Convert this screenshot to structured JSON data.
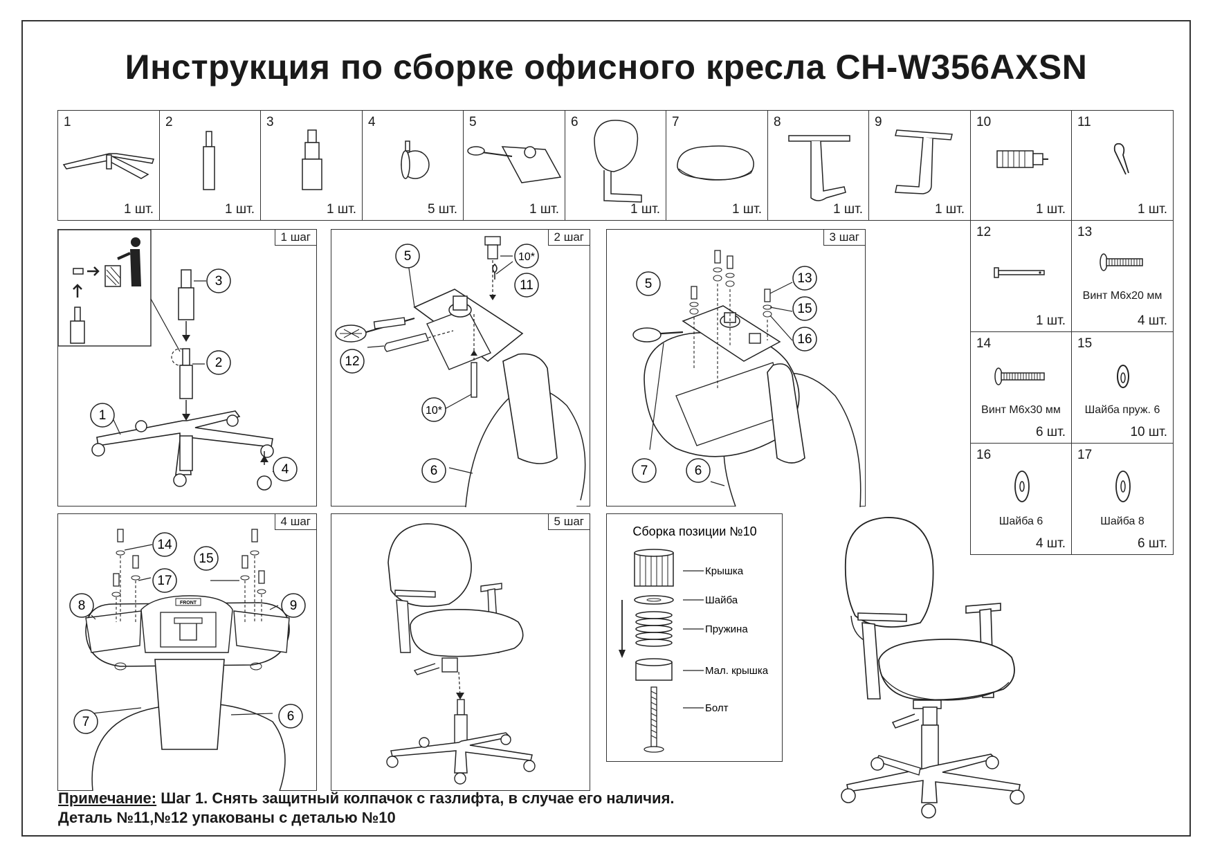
{
  "title": "Инструкция по сборке офисного кресла CH-W356AXSN",
  "parts": [
    {
      "num": "1",
      "qty": "1 шт."
    },
    {
      "num": "2",
      "qty": "1 шт."
    },
    {
      "num": "3",
      "qty": "1 шт."
    },
    {
      "num": "4",
      "qty": "5 шт."
    },
    {
      "num": "5",
      "qty": "1 шт."
    },
    {
      "num": "6",
      "qty": "1 шт."
    },
    {
      "num": "7",
      "qty": "1 шт."
    },
    {
      "num": "8",
      "qty": "1 шт."
    },
    {
      "num": "9",
      "qty": "1 шт."
    },
    {
      "num": "10",
      "qty": "1 шт."
    },
    {
      "num": "11",
      "qty": "1 шт."
    },
    {
      "num": "12",
      "qty": "1 шт."
    },
    {
      "num": "13",
      "qty": "4 шт.",
      "caption": "Винт М6х20 мм"
    },
    {
      "num": "14",
      "qty": "6 шт.",
      "caption": "Винт М6х30 мм"
    },
    {
      "num": "15",
      "qty": "10 шт.",
      "caption": "Шайба пруж. 6"
    },
    {
      "num": "16",
      "qty": "4 шт.",
      "caption": "Шайба 6"
    },
    {
      "num": "17",
      "qty": "6 шт.",
      "caption": "Шайба 8"
    }
  ],
  "steps": [
    {
      "label": "1 шаг",
      "callouts": [
        "3",
        "2",
        "1",
        "4"
      ]
    },
    {
      "label": "2 шаг",
      "callouts": [
        "5",
        "10*",
        "11",
        "12",
        "10*",
        "6"
      ]
    },
    {
      "label": "3 шаг",
      "callouts": [
        "5",
        "13",
        "15",
        "16",
        "7",
        "6"
      ]
    },
    {
      "label": "4 шаг",
      "callouts": [
        "14",
        "15",
        "17",
        "8",
        "9",
        "7",
        "6"
      ]
    },
    {
      "label": "5 шаг"
    }
  ],
  "front_label": "FRONT",
  "assembly10": {
    "title": "Сборка позиции №10",
    "labels": [
      "Крышка",
      "Шайба",
      "Пружина",
      "Мал. крышка",
      "Болт"
    ]
  },
  "note": {
    "label": "Примечание:",
    "line1": "Шаг 1. Снять защитный колпачок с газлифта, в случае его наличия.",
    "line2": "Деталь №11,№12 упакованы с деталью №10"
  }
}
